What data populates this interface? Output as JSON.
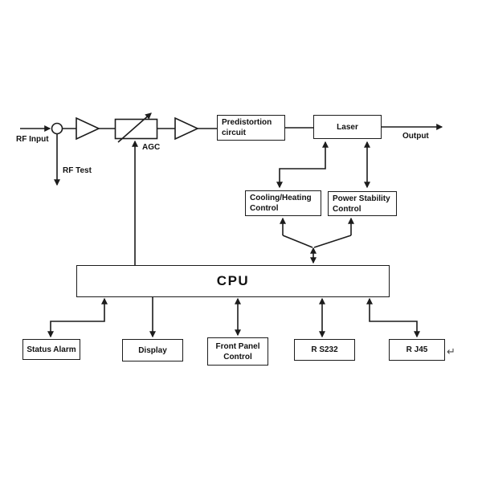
{
  "diagram": {
    "title_hint": "RF optical transmitter block diagram",
    "labels": {
      "rf_input": "RF Input",
      "rf_test": "RF Test",
      "agc": "AGC",
      "output": "Output",
      "return_mark": "↵"
    },
    "blocks": {
      "predistortion": {
        "line1": "Predistortion",
        "line2": "circuit"
      },
      "laser": "Laser",
      "cooling": {
        "line1": "Cooling/Heating",
        "line2": "Control"
      },
      "power": {
        "line1": "Power Stability",
        "line2": "Control"
      },
      "cpu": "CPU",
      "status_alarm": "Status Alarm",
      "display": "Display",
      "front_panel": {
        "line1": "Front Panel",
        "line2": "Control"
      },
      "rs232": "R S232",
      "rj45": "R J45"
    },
    "colors": {
      "line": "#1c1c1c",
      "background": "#ffffff",
      "text": "#111111"
    }
  }
}
